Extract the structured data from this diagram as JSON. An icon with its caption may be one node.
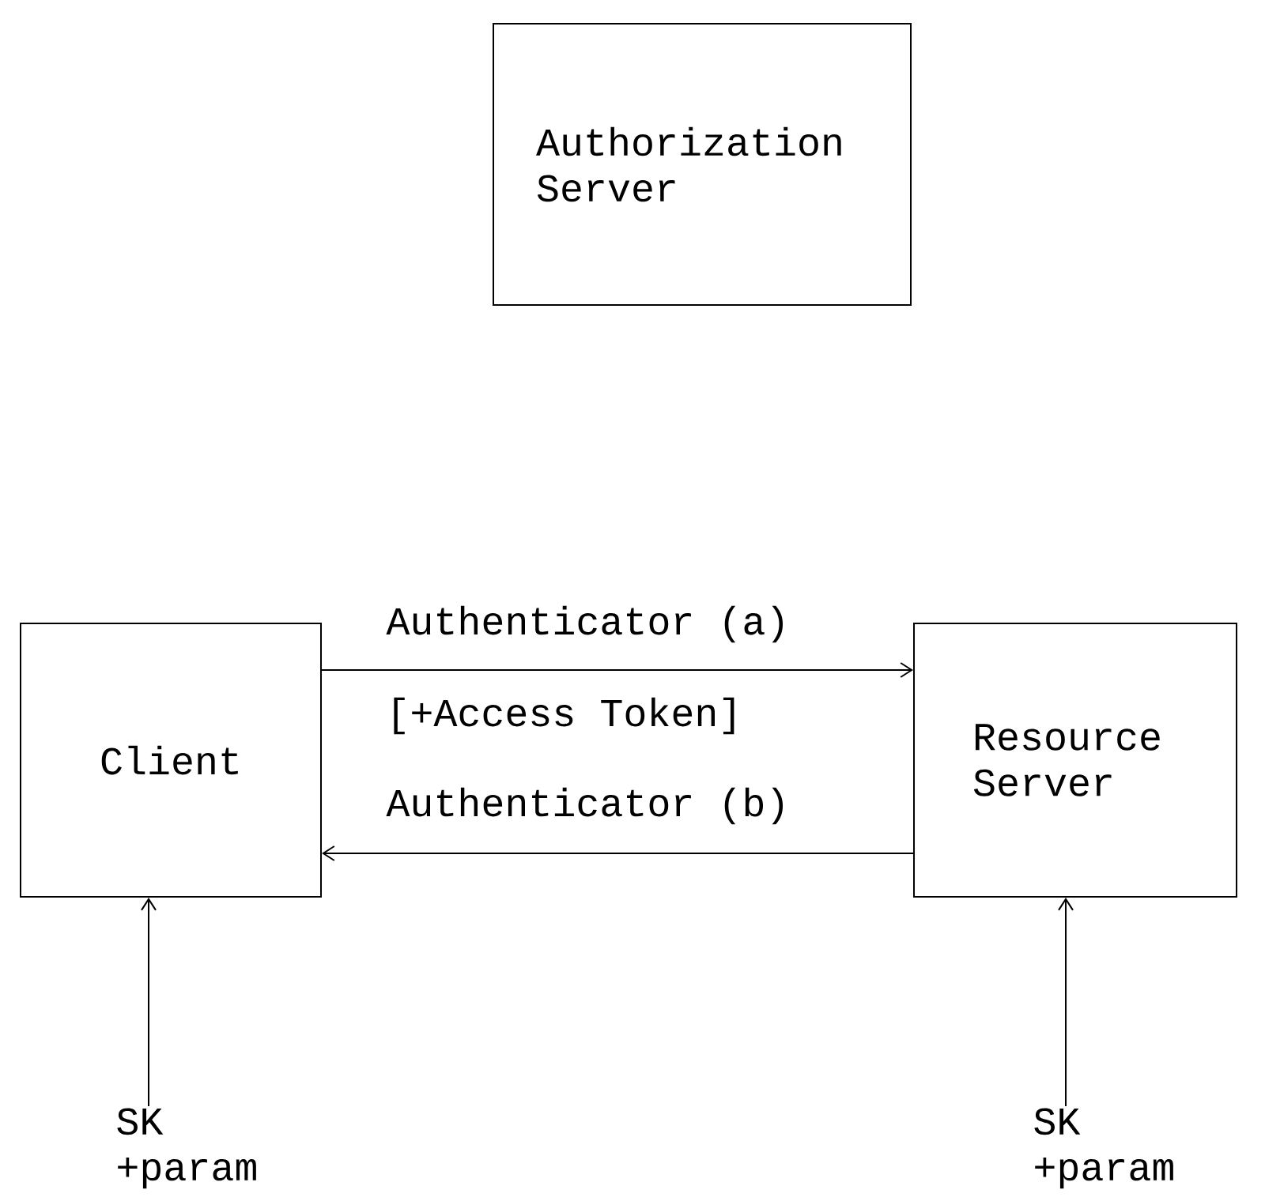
{
  "diagram": {
    "nodes": [
      {
        "text": [
          "Authorization Server"
        ]
      },
      {
        "text": [
          "Client"
        ]
      },
      {
        "text": [
          "Resource Server"
        ]
      },
      {
        "text": [
          "SK +param"
        ]
      },
      {
        "text": [
          "SK +param"
        ]
      }
    ],
    "edges": [
      {
        "from": 1,
        "to": 2,
        "arrow": "to",
        "label": "Authenticator (a)"
      },
      {
        "from": 2,
        "to": 1,
        "arrow": "to",
        "label": "Authenticator (b)"
      },
      {
        "from": 3,
        "to": 1,
        "arrow": "to"
      },
      {
        "from": 4,
        "to": 2,
        "arrow": "to"
      }
    ],
    "labels": [
      "[+Access Token]"
    ]
  }
}
